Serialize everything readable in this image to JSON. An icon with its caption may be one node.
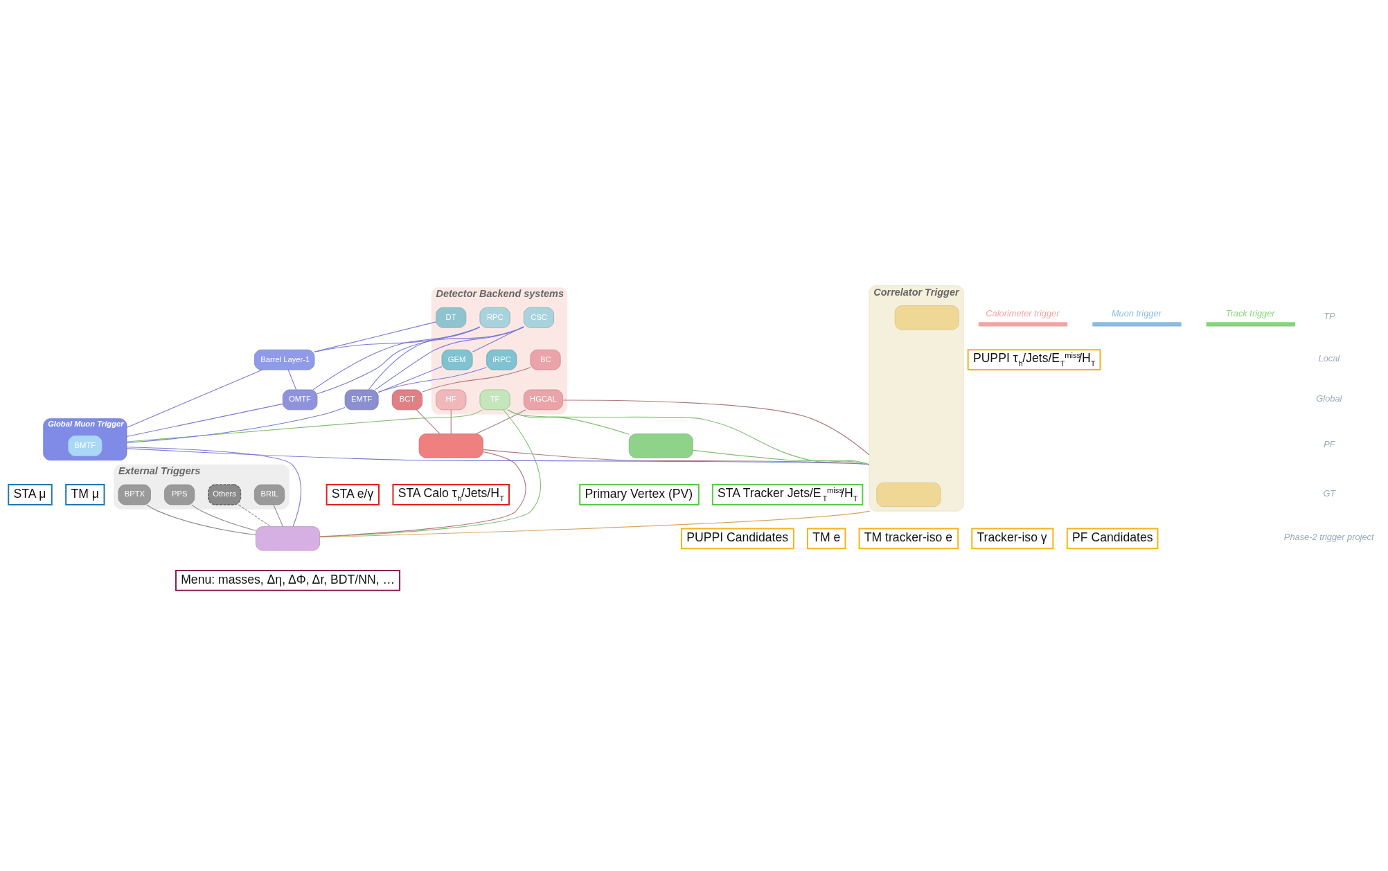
{
  "diagram": {
    "nodes": [
      {
        "text": [
          "Detector Backend systems"
        ]
      },
      {
        "text": [
          "BC"
        ],
        "in": 0
      },
      {
        "text": [
          "HF"
        ],
        "in": 0
      },
      {
        "text": [
          "HGCAL"
        ],
        "in": 0
      },
      {
        "text": [
          "DT"
        ],
        "in": 0
      },
      {
        "text": [
          "RPC"
        ],
        "in": 0
      },
      {
        "text": [
          "CSC"
        ],
        "in": 0
      },
      {
        "text": [
          "GEM"
        ],
        "in": 0
      },
      {
        "text": [
          "iRPC"
        ],
        "in": 0
      },
      {
        "text": [
          "TF"
        ],
        "in": 0
      },
      {
        "text": [
          "BCT"
        ]
      },
      {
        "text": [],
        "shape": "box"
      },
      {
        "text": [
          "STA e/γ"
        ]
      },
      {
        "text": [
          "STA Calo τ$_{h}$/Jets/H$_{T}$"
        ]
      },
      {
        "text": [
          "Barrel Layer-1"
        ]
      },
      {
        "text": [
          "OMTF"
        ]
      },
      {
        "text": [
          "EMTF"
        ]
      },
      {
        "text": [
          "Global Muon Trigger"
        ]
      },
      {
        "text": [
          "BMTF"
        ],
        "in": 17
      },
      {
        "text": [
          "STA μ"
        ]
      },
      {
        "text": [
          "TM μ"
        ]
      },
      {
        "text": [],
        "shape": "box"
      },
      {
        "text": [
          "Primary Vertex (PV)"
        ]
      },
      {
        "text": [
          "STA Tracker Jets/E$_{T}$$^{miss}$/H$_{T}$"
        ]
      },
      {
        "text": [
          "Correlator Trigger"
        ]
      },
      {
        "text": [],
        "shape": "box",
        "in": 24
      },
      {
        "text": [],
        "shape": "box",
        "in": 24
      },
      {
        "text": [
          "TM e"
        ]
      },
      {
        "text": [
          "TM tracker-iso e"
        ]
      },
      {
        "text": [
          "Tracker-iso γ"
        ]
      },
      {
        "text": [
          "PF Candidates"
        ]
      },
      {
        "text": [
          "PUPPI Candidates"
        ]
      },
      {
        "text": [
          "PUPPI τ$_{h}$/Jets/E$_{T}$$^{miss}$/H$_{T}$"
        ]
      },
      {
        "text": [
          "External Triggers"
        ]
      },
      {
        "text": [
          "PPS"
        ],
        "in": 33
      },
      {
        "text": [
          "BPTX"
        ],
        "in": 33
      },
      {
        "text": [
          "BRIL"
        ],
        "in": 33
      },
      {
        "text": [
          "Others"
        ],
        "in": 33
      },
      {
        "text": [],
        "shape": "box"
      },
      {
        "text": [
          "Menu: masses, Δη, ΔΦ, Δr, BDT/NN, …"
        ]
      }
    ],
    "edges": [
      {
        "from": 1,
        "to": 10,
        "arrow": "none",
        "color": "#b07a7e"
      },
      {
        "from": 10,
        "to": 11,
        "arrow": "none",
        "color": "#b07a7e"
      },
      {
        "from": 2,
        "to": 11,
        "arrow": "none",
        "color": "#b07a7e"
      },
      {
        "from": 3,
        "to": 11,
        "arrow": "none",
        "color": "#b07a7e"
      },
      {
        "from": 3,
        "to": 24,
        "arrow": "none",
        "color": "#b07a7e"
      },
      {
        "from": 11,
        "to": 38,
        "arrow": "none",
        "color": "#b07a7e"
      },
      {
        "from": 11,
        "to": 24,
        "arrow": "none",
        "color": "#b07a7e"
      },
      {
        "from": 4,
        "to": 14,
        "arrow": "none"
      },
      {
        "from": 5,
        "to": 14,
        "arrow": "none"
      },
      {
        "from": 5,
        "to": 15,
        "arrow": "none"
      },
      {
        "from": 5,
        "to": 16,
        "arrow": "none"
      },
      {
        "from": 6,
        "to": 15,
        "arrow": "none"
      },
      {
        "from": 6,
        "to": 16,
        "arrow": "none"
      },
      {
        "from": 6,
        "to": 7,
        "arrow": "none"
      },
      {
        "from": 7,
        "to": 16,
        "arrow": "none"
      },
      {
        "from": 8,
        "to": 16,
        "arrow": "none"
      },
      {
        "from": 14,
        "to": 15,
        "arrow": "none"
      },
      {
        "from": 14,
        "to": 17,
        "arrow": "none"
      },
      {
        "from": 15,
        "to": 17,
        "arrow": "none"
      },
      {
        "from": 16,
        "to": 17,
        "arrow": "none"
      },
      {
        "from": 17,
        "to": 24,
        "arrow": "none"
      },
      {
        "from": 17,
        "to": 38,
        "arrow": "none"
      },
      {
        "from": 9,
        "to": 17,
        "arrow": "none",
        "color": "#7fbf72"
      },
      {
        "from": 9,
        "to": 21,
        "arrow": "none",
        "color": "#7fbf72"
      },
      {
        "from": 9,
        "to": 24,
        "arrow": "none",
        "color": "#7fbf72"
      },
      {
        "from": 9,
        "to": 38,
        "arrow": "none",
        "color": "#7fbf72"
      },
      {
        "from": 21,
        "to": 24,
        "arrow": "none",
        "color": "#7fbf72"
      },
      {
        "from": 24,
        "to": 38,
        "arrow": "none",
        "color": "#d9a566"
      },
      {
        "from": 34,
        "to": 38,
        "arrow": "none",
        "color": "#8a8a8a"
      },
      {
        "from": 35,
        "to": 38,
        "arrow": "none",
        "color": "#8a8a8a"
      },
      {
        "from": 36,
        "to": 38,
        "arrow": "none",
        "color": "#8a8a8a"
      },
      {
        "from": 37,
        "to": 38,
        "arrow": "none",
        "style": "dashed",
        "color": "#8a8a8a"
      }
    ],
    "labels": [
      "TP",
      "Local",
      "Global",
      "PF",
      "GT",
      "Phase-2 trigger project"
    ],
    "legend": [
      {
        "text": "Calorimeter trigger",
        "color": "#f4a3a3"
      },
      {
        "text": "Muon trigger",
        "color": "#8bbbe0"
      },
      {
        "text": "Track trigger",
        "color": "#86d47a"
      }
    ]
  }
}
